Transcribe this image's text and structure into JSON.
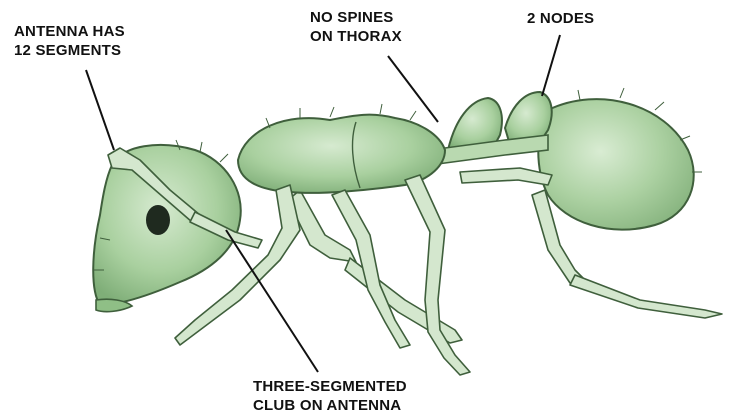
{
  "labels": {
    "antenna_segments": [
      "ANTENNA HAS",
      "12 SEGMENTS"
    ],
    "no_spines": [
      "NO SPINES",
      "ON THORAX"
    ],
    "two_nodes": [
      "2 NODES"
    ],
    "antenna_club": [
      "THREE-SEGMENTED",
      "CLUB ON ANTENNA"
    ]
  },
  "colors": {
    "body_fill": "#b9d9b0",
    "body_shade": "#8fbf86",
    "outline": "#3f5f3c",
    "leg_fill": "#d4e7ce",
    "eye": "#1f2a1f",
    "leader_line": "#111111",
    "background": "#ffffff"
  }
}
